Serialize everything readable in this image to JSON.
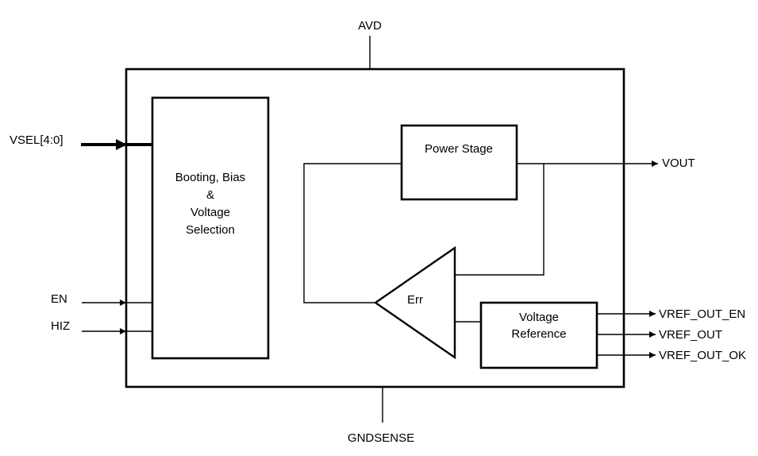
{
  "supply": {
    "top": "AVD",
    "bottom": "GNDSENSE"
  },
  "blocks": {
    "booting": {
      "line1": "Booting, Bias",
      "line2": "&",
      "line3": "Voltage",
      "line4": "Selection"
    },
    "power_stage": {
      "label": "Power Stage"
    },
    "error_amp": {
      "label": "Err"
    },
    "voltage_ref": {
      "line1": "Voltage",
      "line2": "Reference"
    }
  },
  "inputs": {
    "vsel": "VSEL[4:0]",
    "en": "EN",
    "hiz": "HIZ"
  },
  "outputs": {
    "vout": "VOUT",
    "vref_out_en": "VREF_OUT_EN",
    "vref_out": "VREF_OUT",
    "vref_out_ok": "VREF_OUT_OK"
  }
}
